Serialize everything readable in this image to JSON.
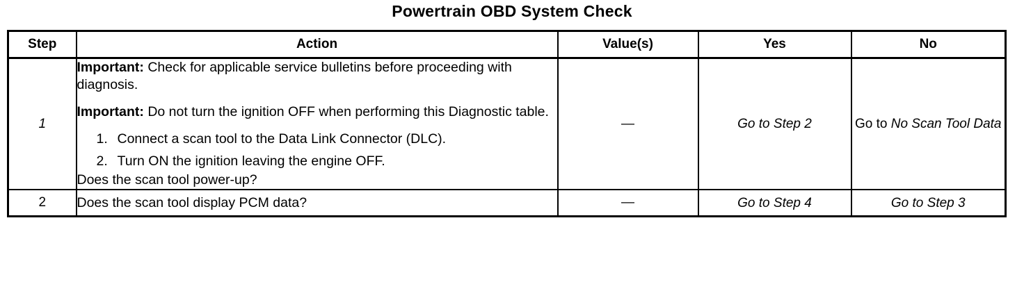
{
  "document": {
    "title": "Powertrain OBD System Check"
  },
  "table": {
    "headers": {
      "step": "Step",
      "action": "Action",
      "value": "Value(s)",
      "yes": "Yes",
      "no": "No"
    },
    "rows": [
      {
        "step": "1",
        "action": {
          "notes": [
            {
              "lead": "Important:",
              "text": " Check for applicable service bulletins before proceeding with diagnosis."
            },
            {
              "lead": "Important:",
              "text": " Do not turn the ignition OFF when performing this Diagnostic table."
            }
          ],
          "steps": [
            {
              "num": "1.",
              "text": "Connect a scan tool to the Data Link Connector (DLC)."
            },
            {
              "num": "2.",
              "text": "Turn ON the ignition leaving the engine OFF."
            }
          ],
          "question": "Does the scan tool power-up?"
        },
        "value": "—",
        "yes": "Go to Step 2",
        "no_prefix": "Go to ",
        "no_target": "No Scan Tool Data"
      },
      {
        "step": "2",
        "action": {
          "question": "Does the scan tool display PCM data?"
        },
        "value": "—",
        "yes": "Go to Step 4",
        "no": "Go to Step 3"
      }
    ]
  },
  "colors": {
    "ink": "#000000",
    "paper": "#ffffff"
  }
}
